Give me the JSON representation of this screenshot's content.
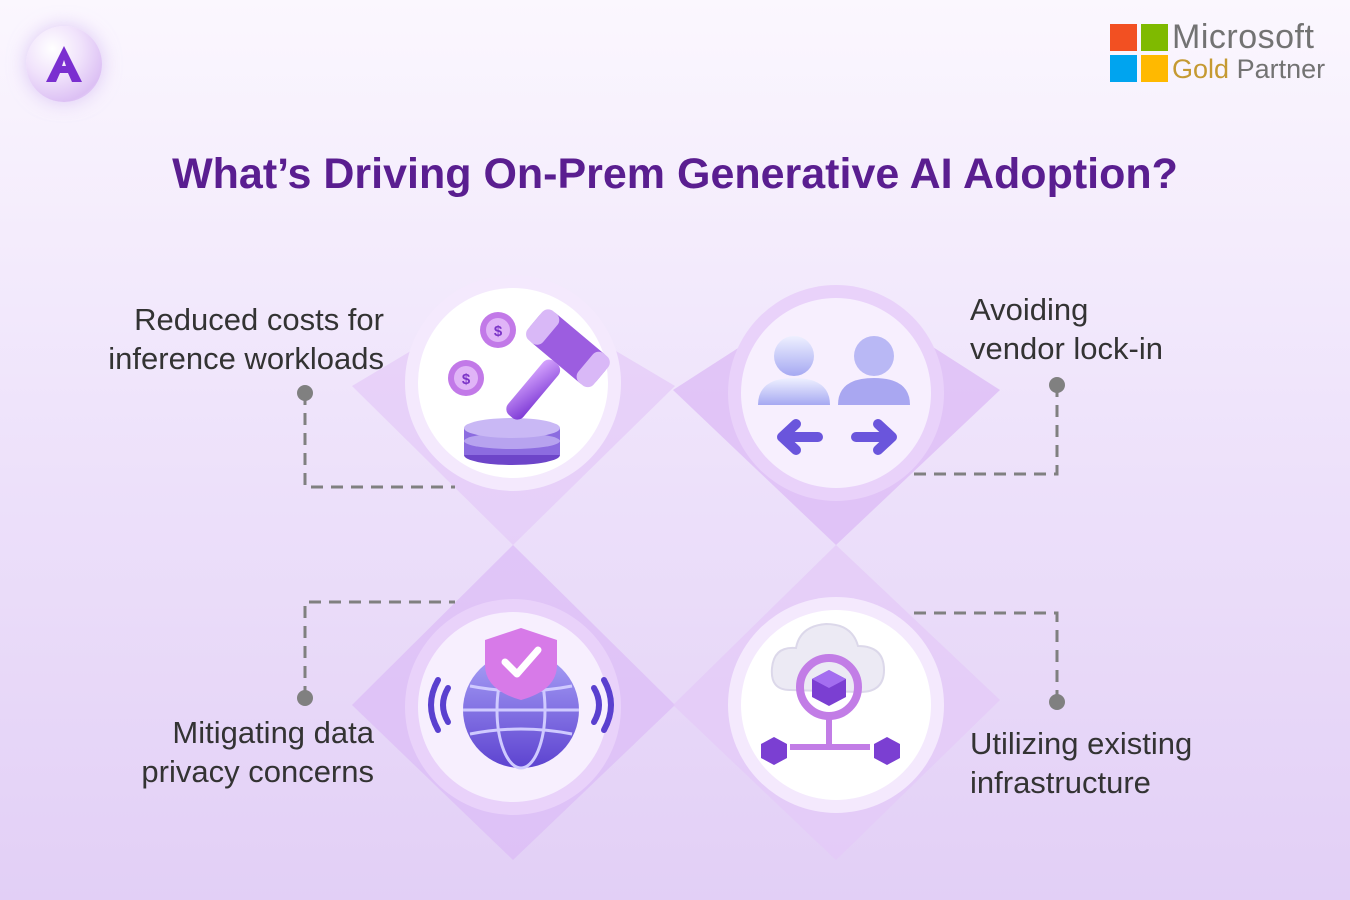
{
  "header": {
    "brand_logo": "a-logo-icon",
    "partner_logo": {
      "brand": "Microsoft",
      "tier": "Gold",
      "suffix": "Partner",
      "colors": [
        "#f25022",
        "#7fba00",
        "#00a4ef",
        "#ffb900"
      ]
    }
  },
  "title": "What’s Driving On-Prem Generative AI Adoption?",
  "items": [
    {
      "line1": "Reduced costs for",
      "line2": "inference workloads",
      "icon": "cost-gavel-coins-icon"
    },
    {
      "line1": "Avoiding",
      "line2": "vendor lock-in",
      "icon": "switch-users-icon"
    },
    {
      "line1": "Mitigating data",
      "line2": "privacy concerns",
      "icon": "shield-globe-icon"
    },
    {
      "line1": "Utilizing existing",
      "line2": "infrastructure",
      "icon": "cloud-network-icon"
    }
  ],
  "colors": {
    "title": "#5a1e90",
    "accent": "#8b45d6",
    "connector": "#808080"
  }
}
